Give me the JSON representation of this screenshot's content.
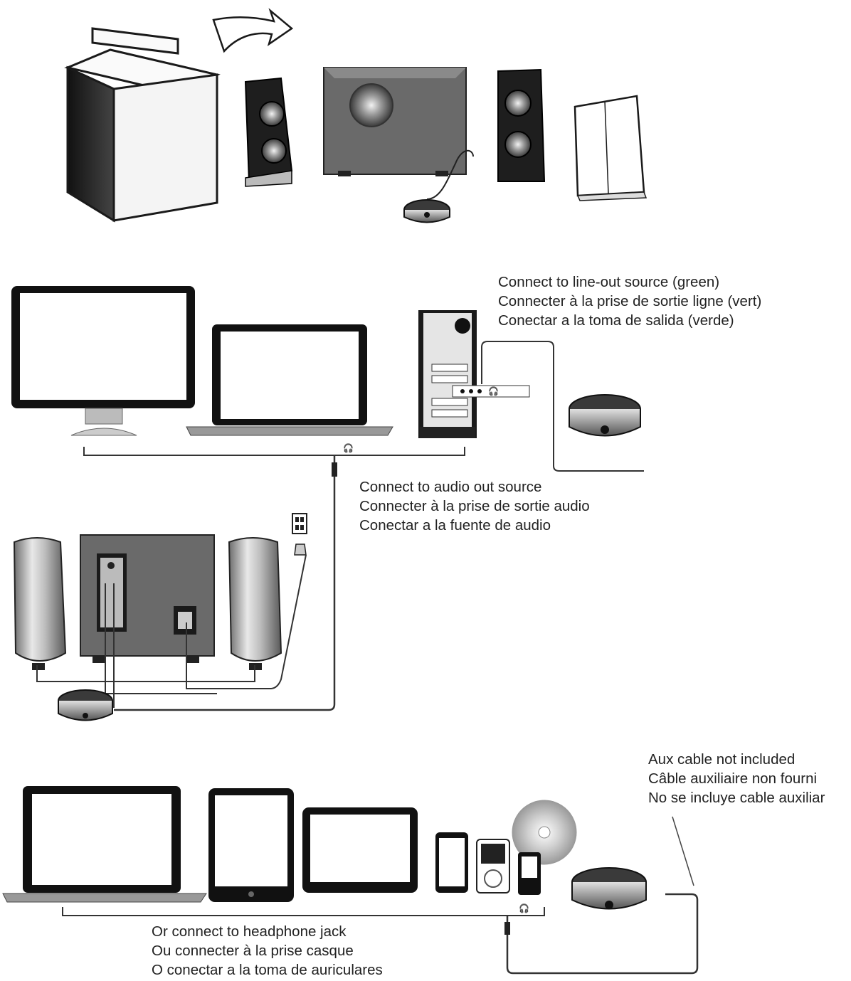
{
  "captions": {
    "line_out": {
      "en": "Connect to line-out source (green)",
      "fr": "Connecter à la prise de sortie ligne (vert)",
      "es": "Conectar a la toma de salida (verde)"
    },
    "audio_out": {
      "en": "Connect to audio out source",
      "fr": "Connecter à la prise de sortie audio",
      "es": "Conectar a la fuente de audio"
    },
    "aux_cable": {
      "en": "Aux cable not included",
      "fr": "Câble auxiliaire non fourni",
      "es": "No se incluye cable auxiliar"
    },
    "headphone_jack": {
      "en": "Or connect to headphone jack",
      "fr": "Ou connecter à la prise casque",
      "es": "O conectar a la toma de auriculares"
    }
  },
  "colors": {
    "line": "#1a1a1a",
    "cable": "#333333",
    "subwoofer": "#5a5a5a",
    "speaker_body": "#2a2a2a",
    "chrome": "#b8b8b8"
  },
  "icons": {
    "headphone": "headphone-icon",
    "outlet": "power-outlet-icon"
  }
}
